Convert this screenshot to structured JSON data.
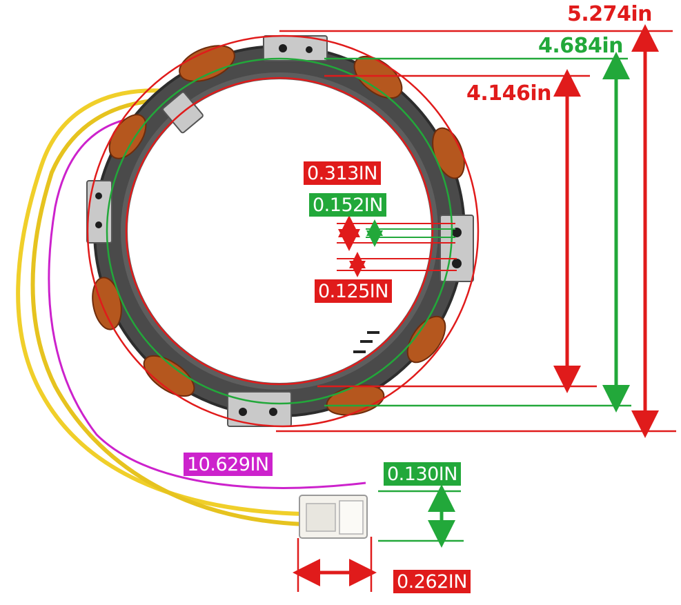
{
  "colors": {
    "red": "#e01b1b",
    "green": "#22a83a",
    "magenta": "#cc22cc",
    "wire_yellow": "#f0cf2a",
    "copper": "#b5571e",
    "core": "#3a3a3a"
  },
  "dimensions": {
    "outer_diameter": "5.274in",
    "mount_circle": "4.684in",
    "inner_diameter": "4.146in",
    "tab_width": "0.313IN",
    "hole_size": "0.152IN",
    "slot_gap": "0.125IN",
    "wire_length": "10.629IN",
    "connector_height": "0.130IN",
    "connector_width": "0.262IN"
  }
}
